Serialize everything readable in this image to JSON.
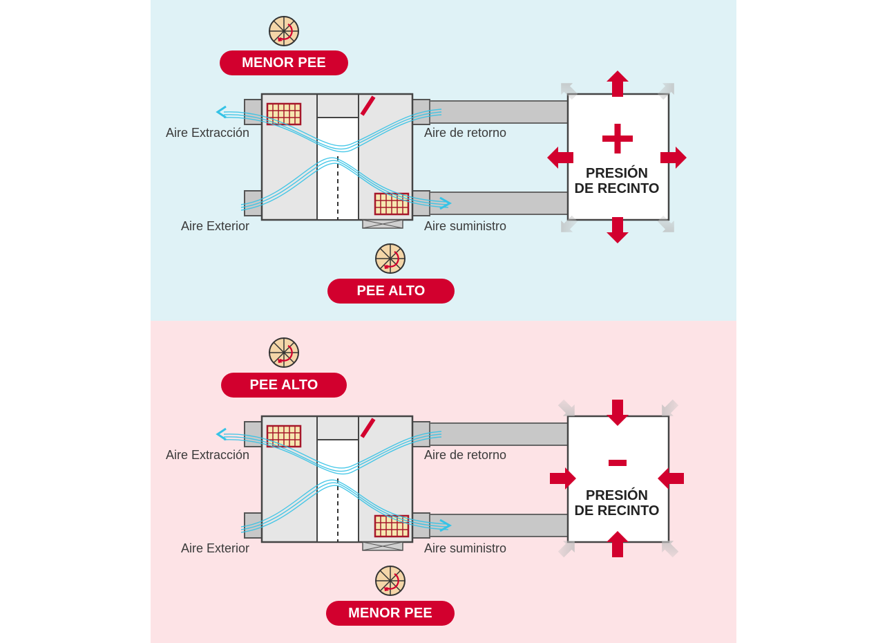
{
  "colors": {
    "accent_red": "#d2002e",
    "airflow_blue": "#35c3e6",
    "top_background": "#dff2f6",
    "bottom_background": "#fde3e6",
    "filter_fill": "#f6e7b0"
  },
  "top": {
    "fan_top_label": "MENOR PEE",
    "fan_bottom_label": "PEE ALTO",
    "exhaust_label": "Aire Extracción",
    "return_label": "Aire de retorno",
    "outdoor_label": "Aire Exterior",
    "supply_label": "Aire suministro",
    "pressure_sign": "+",
    "room_line1": "PRESIÓN",
    "room_line2": "DE RECINTO"
  },
  "bottom": {
    "fan_top_label": "PEE ALTO",
    "fan_bottom_label": "MENOR PEE",
    "exhaust_label": "Aire Extracción",
    "return_label": "Aire de retorno",
    "outdoor_label": "Aire Exterior",
    "supply_label": "Aire suministro",
    "pressure_sign": "-",
    "room_line1": "PRESIÓN",
    "room_line2": "DE RECINTO"
  },
  "icons": [
    "fan-icon",
    "filter-icon",
    "damper-icon",
    "arrow-icon",
    "plus-icon",
    "minus-icon"
  ]
}
